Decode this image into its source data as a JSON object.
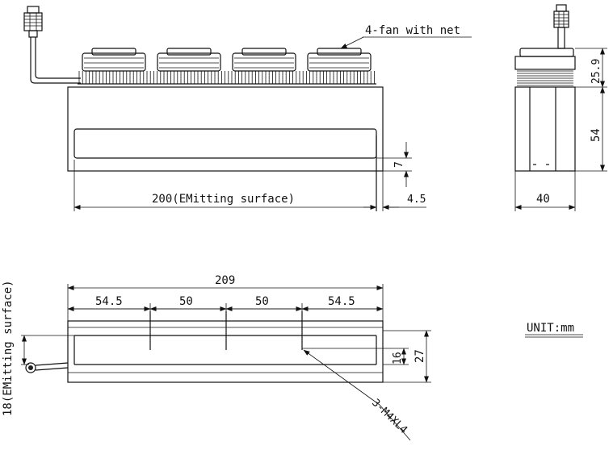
{
  "labels": {
    "fan_note": "4-fan with net",
    "emitting_width": "200(EMitting surface)",
    "dim_7": "7",
    "dim_4_5": "4.5",
    "dim_25_9": "25.9",
    "dim_54": "54",
    "dim_40": "40",
    "dim_209": "209",
    "dim_54_5_left": "54.5",
    "dim_50_a": "50",
    "dim_50_b": "50",
    "dim_54_5_right": "54.5",
    "dim_16": "16",
    "dim_27": "27",
    "emitting_height": "18(EMitting surface)",
    "screw_note": "3-M4XL4",
    "unit": "UNIT:mm"
  },
  "fan_count": 4,
  "mounting_hole_count": 3
}
